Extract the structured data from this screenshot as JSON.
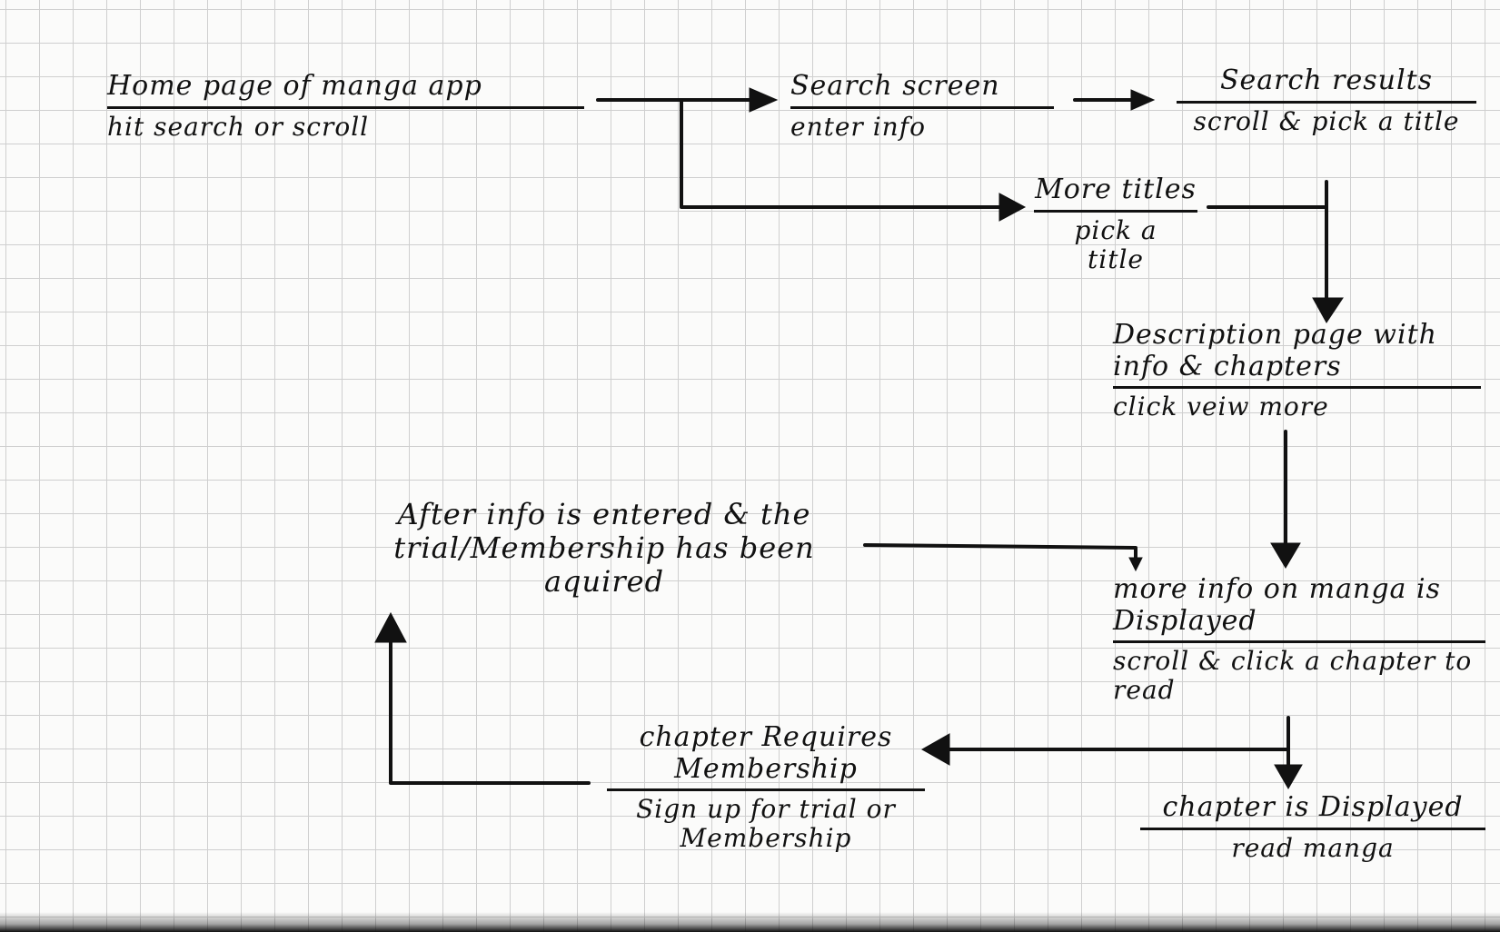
{
  "flow": {
    "home": {
      "title": "Home page of manga app",
      "action": "hit search or scroll"
    },
    "search_screen": {
      "title": "Search screen",
      "action": "enter info"
    },
    "search_results": {
      "title": "Search results",
      "action": "scroll & pick a title"
    },
    "more_titles": {
      "title": "More titles",
      "action": "pick a title"
    },
    "description": {
      "title": "Description page with info & chapters",
      "action": "click veiw more"
    },
    "more_info": {
      "title": "more info on manga is Displayed",
      "action": "scroll & click a chapter to read"
    },
    "chapter_displayed": {
      "title": "chapter is Displayed",
      "action": "read manga"
    },
    "chapter_requires": {
      "title": "chapter Requires Membership",
      "action": "Sign up for trial or Membership"
    },
    "after_info": {
      "text": "After info is entered & the trial/Membership has been aquired"
    }
  },
  "colors": {
    "ink": "#111111",
    "grid": "#cfcfcf",
    "paper": "#fbfbfa"
  }
}
